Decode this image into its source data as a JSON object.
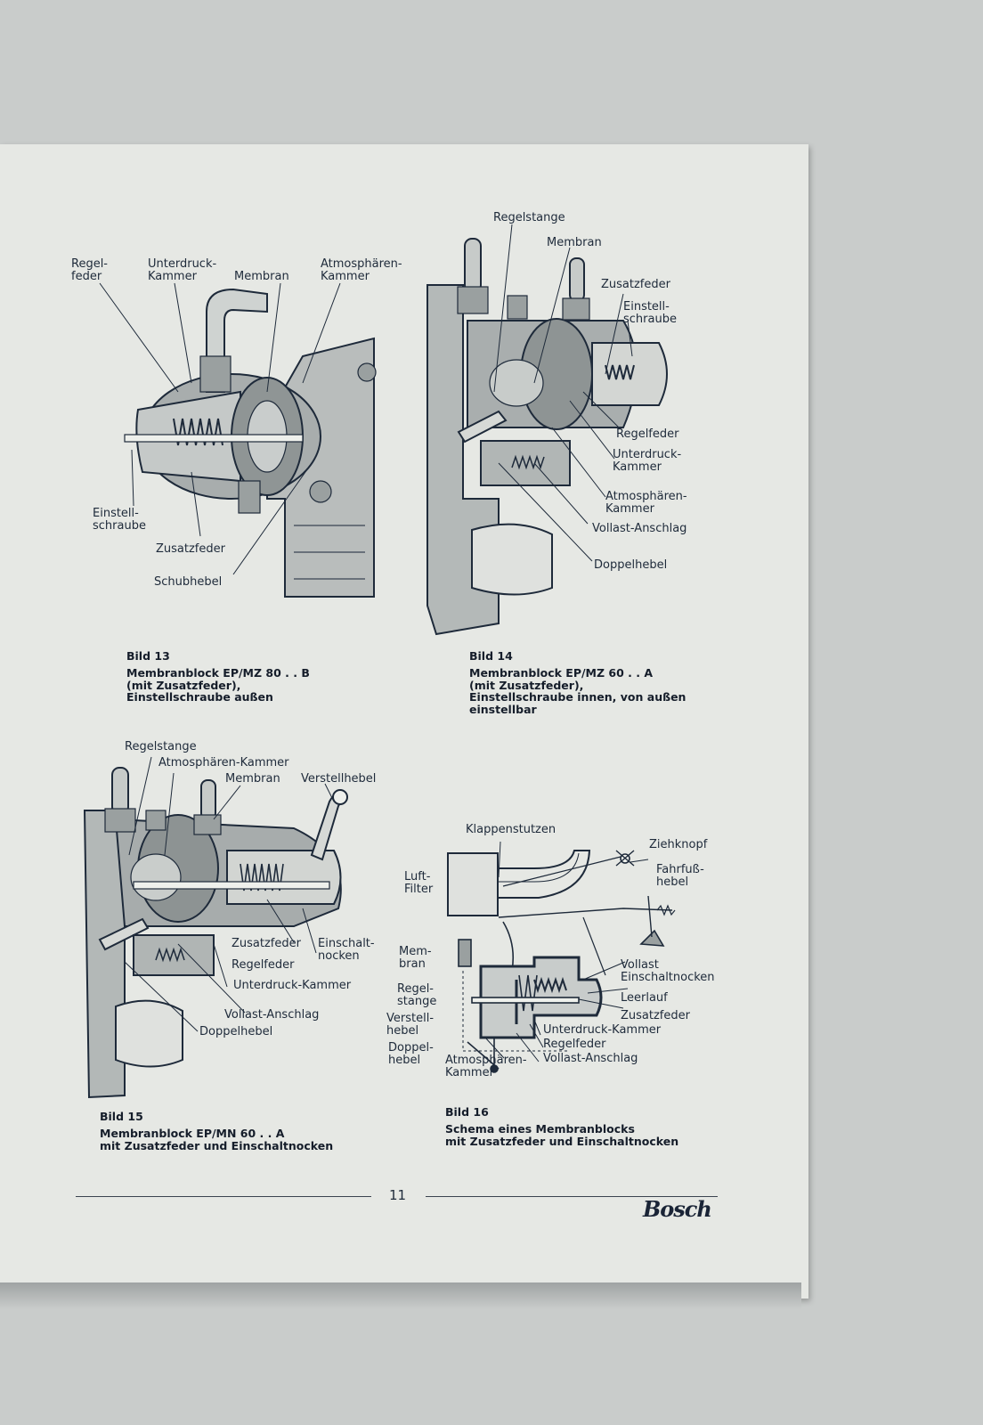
{
  "figures": {
    "fig13": {
      "labels": {
        "regelfeder": "Regel-\nfeder",
        "unterdruck": "Unterdruck-\nKammer",
        "membran": "Membran",
        "atmos": "Atmosphären-\nKammer",
        "einstell": "Einstell-\nschraube",
        "zusatz": "Zusatzfeder",
        "schub": "Schubhebel"
      },
      "caption_title": "Bild 13",
      "caption_text": "Membranblock EP/MZ 80 . . B\n(mit Zusatzfeder),\nEinstellschraube außen"
    },
    "fig14": {
      "labels": {
        "regelstange": "Regelstange",
        "membran": "Membran",
        "zusatz": "Zusatzfeder",
        "einstell": "Einstell-\nschraube",
        "regelfeder": "Regelfeder",
        "unterdruck": "Unterdruck-\nKammer",
        "atmos": "Atmosphären-\nKammer",
        "vollast": "Vollast-Anschlag",
        "doppel": "Doppelhebel"
      },
      "caption_title": "Bild 14",
      "caption_text": "Membranblock EP/MZ 60 . . A\n(mit Zusatzfeder),\nEinstellschraube innen, von außen\neinstellbar"
    },
    "fig15": {
      "labels": {
        "regelstange": "Regelstange",
        "atmos": "Atmosphären-Kammer",
        "membran": "Membran",
        "verstell": "Verstellhebel",
        "zusatz": "Zusatzfeder",
        "einschalt": "Einschalt-\nnocken",
        "regelfeder": "Regelfeder",
        "unterdruck": "Unterdruck-Kammer",
        "vollast": "Vollast-Anschlag",
        "doppel": "Doppelhebel"
      },
      "caption_title": "Bild 15",
      "caption_text": "Membranblock EP/MN 60 . . A\nmit Zusatzfeder und Einschaltnocken"
    },
    "fig16": {
      "labels": {
        "klappen": "Klappenstutzen",
        "ziehknopf": "Ziehknopf",
        "luft": "Luft-\nFilter",
        "fahrfuss": "Fahrfuß-\nhebel",
        "membran": "Mem-\nbran",
        "regelstange": "Regel-\nstange",
        "verstell": "Verstell-\nhebel",
        "doppel": "Doppel-\nhebel",
        "atmos": "Atmosphären-\nKammer",
        "vollast_ein": "Vollast\nEinschaltnocken",
        "leerlauf": "Leerlauf",
        "zusatz": "Zusatzfeder",
        "unterdruck": "Unterdruck-Kammer",
        "regelfeder": "Regelfeder",
        "vollast": "Vollast-Anschlag"
      },
      "caption_title": "Bild 16",
      "caption_text": "Schema eines Membranblocks\nmit Zusatzfeder und Einschaltnocken"
    }
  },
  "footer": {
    "page_number": "11",
    "brand": "Bosch"
  }
}
